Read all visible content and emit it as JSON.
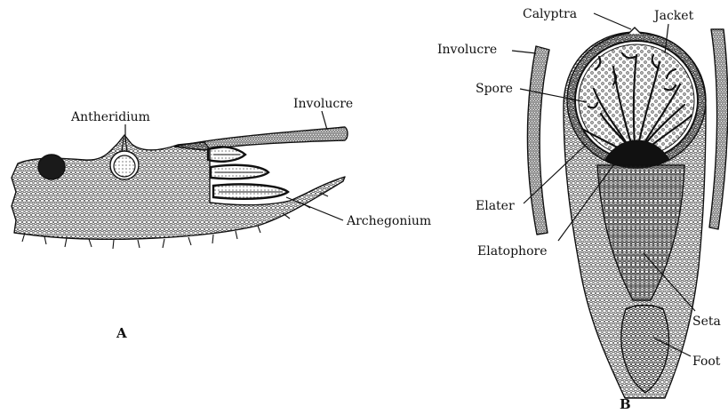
{
  "figure_a": {
    "panel_label": "A",
    "labels": {
      "antheridium": "Antheridium",
      "involucre": "Involucre",
      "archegonium": "Archegonium"
    }
  },
  "figure_b": {
    "panel_label": "B",
    "labels": {
      "calyptra": "Calyptra",
      "jacket": "Jacket",
      "involucre": "Involucre",
      "spore": "Spore",
      "elater": "Elater",
      "elatophore": "Elatophore",
      "seta": "Seta",
      "foot": "Foot"
    }
  }
}
